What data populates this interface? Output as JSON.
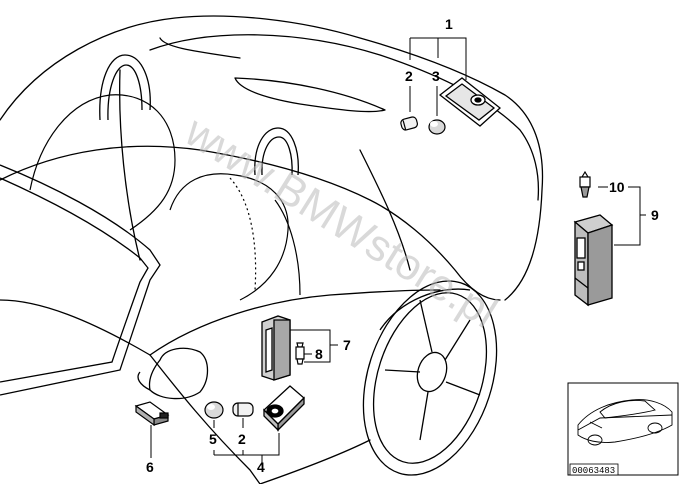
{
  "watermark": "www.BMWstore.pl",
  "diagram_code": "00063483",
  "callouts": [
    {
      "id": "1",
      "label": "1"
    },
    {
      "id": "2a",
      "label": "2"
    },
    {
      "id": "3",
      "label": "3"
    },
    {
      "id": "10",
      "label": "10"
    },
    {
      "id": "9",
      "label": "9"
    },
    {
      "id": "7",
      "label": "7"
    },
    {
      "id": "8",
      "label": "8"
    },
    {
      "id": "5",
      "label": "5"
    },
    {
      "id": "2b",
      "label": "2"
    },
    {
      "id": "4",
      "label": "4"
    },
    {
      "id": "6",
      "label": "6"
    }
  ]
}
